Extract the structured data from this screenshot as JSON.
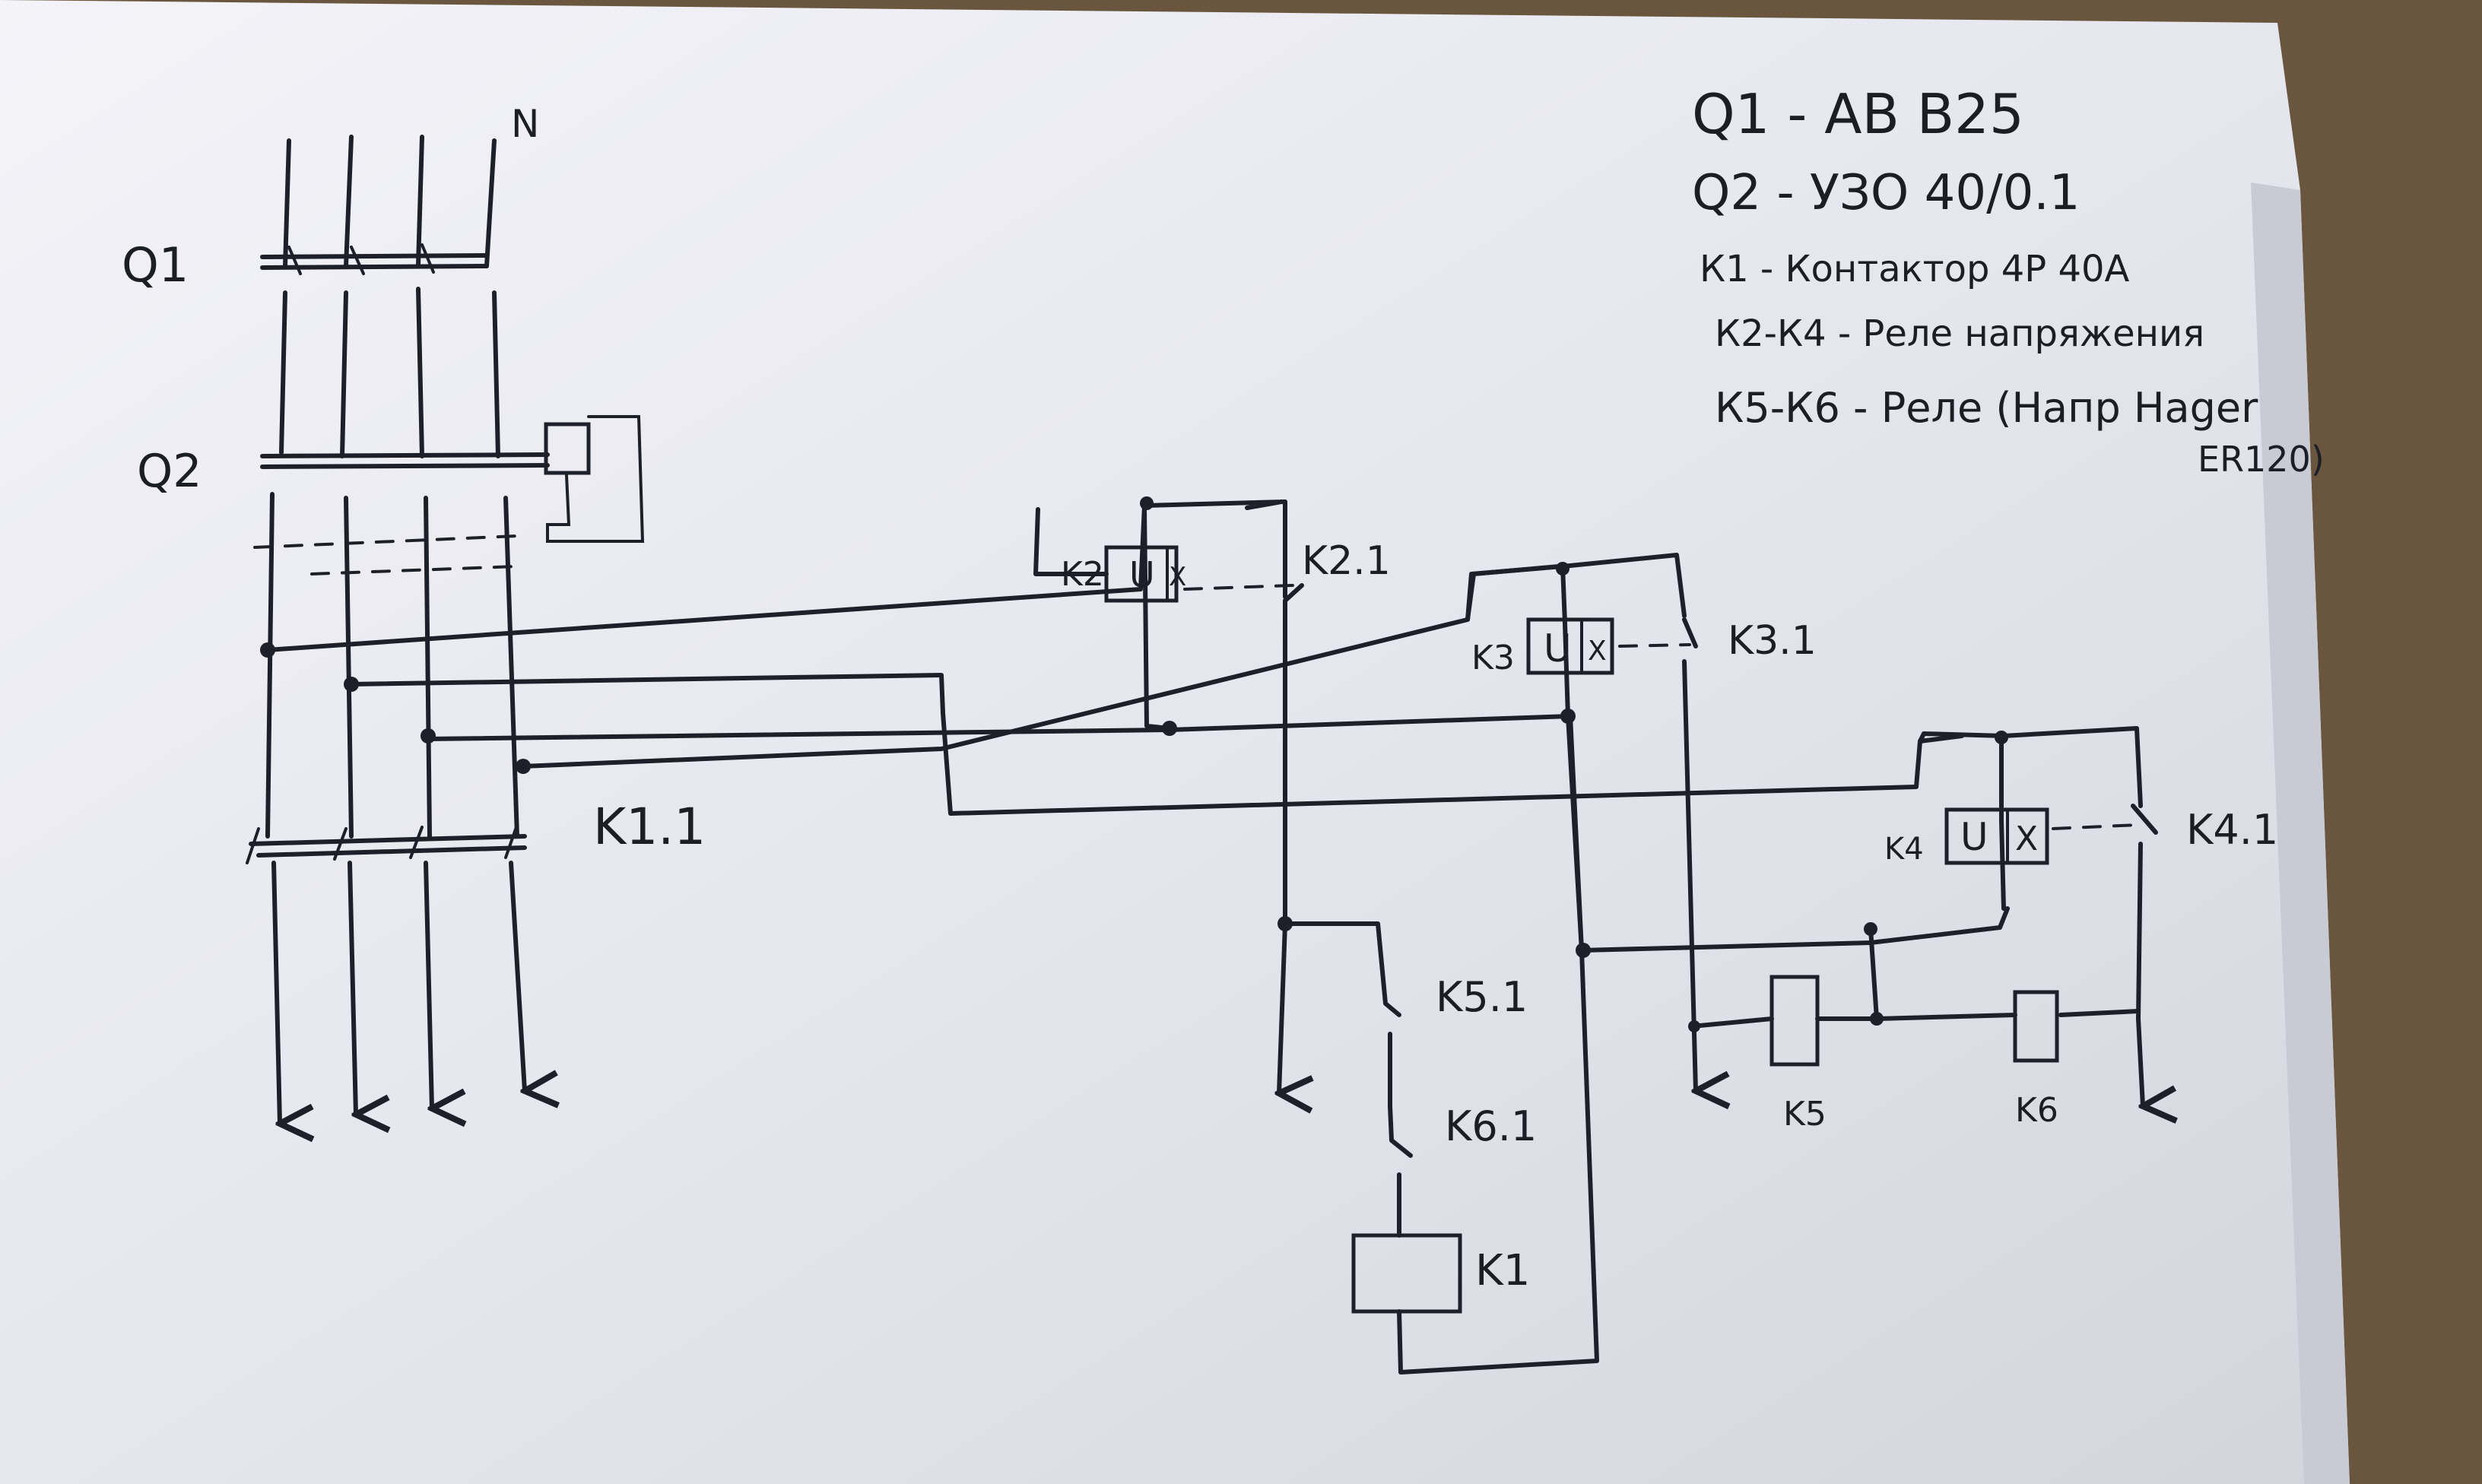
{
  "legend": [
    "Q1 - АВ B25",
    "Q2 - УЗО 40/0.1",
    "К1 - Контактор 4P 40A",
    "К2-К4 - Реле напряжения",
    "К5-К6 - Реле (Напр Hager",
    "ER120)"
  ],
  "labels": {
    "q1": "Q1",
    "q2": "Q2",
    "n": "N",
    "k11": "K1.1",
    "k2": "K2",
    "k21": "K2.1",
    "k3": "K3",
    "k31": "K3.1",
    "k4": "K4",
    "k41": "K4.1",
    "k51": "K5.1",
    "k61": "K6.1",
    "k1": "K1",
    "k5": "K5",
    "k6": "K6",
    "u": "U",
    "x": "X"
  }
}
